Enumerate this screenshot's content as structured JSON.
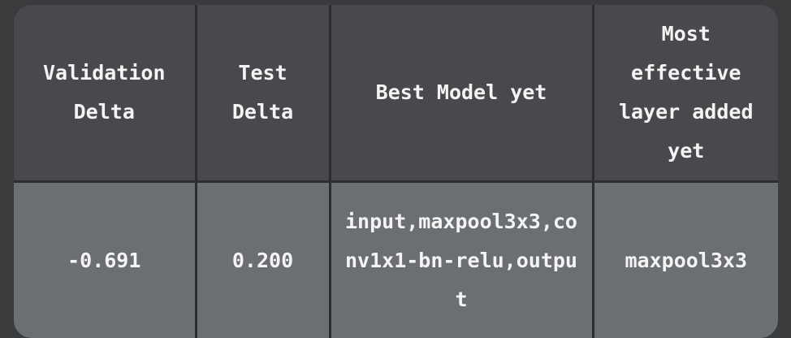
{
  "table": {
    "headers": [
      "Validation Delta",
      "Test Delta",
      "Best Model yet",
      "Most effective layer added yet"
    ],
    "rows": [
      {
        "validation_delta": "-0.691",
        "test_delta": "0.200",
        "best_model": "input,maxpool3x3,conv1x1-bn-relu,output",
        "most_effective_layer": "maxpool3x3"
      }
    ]
  }
}
